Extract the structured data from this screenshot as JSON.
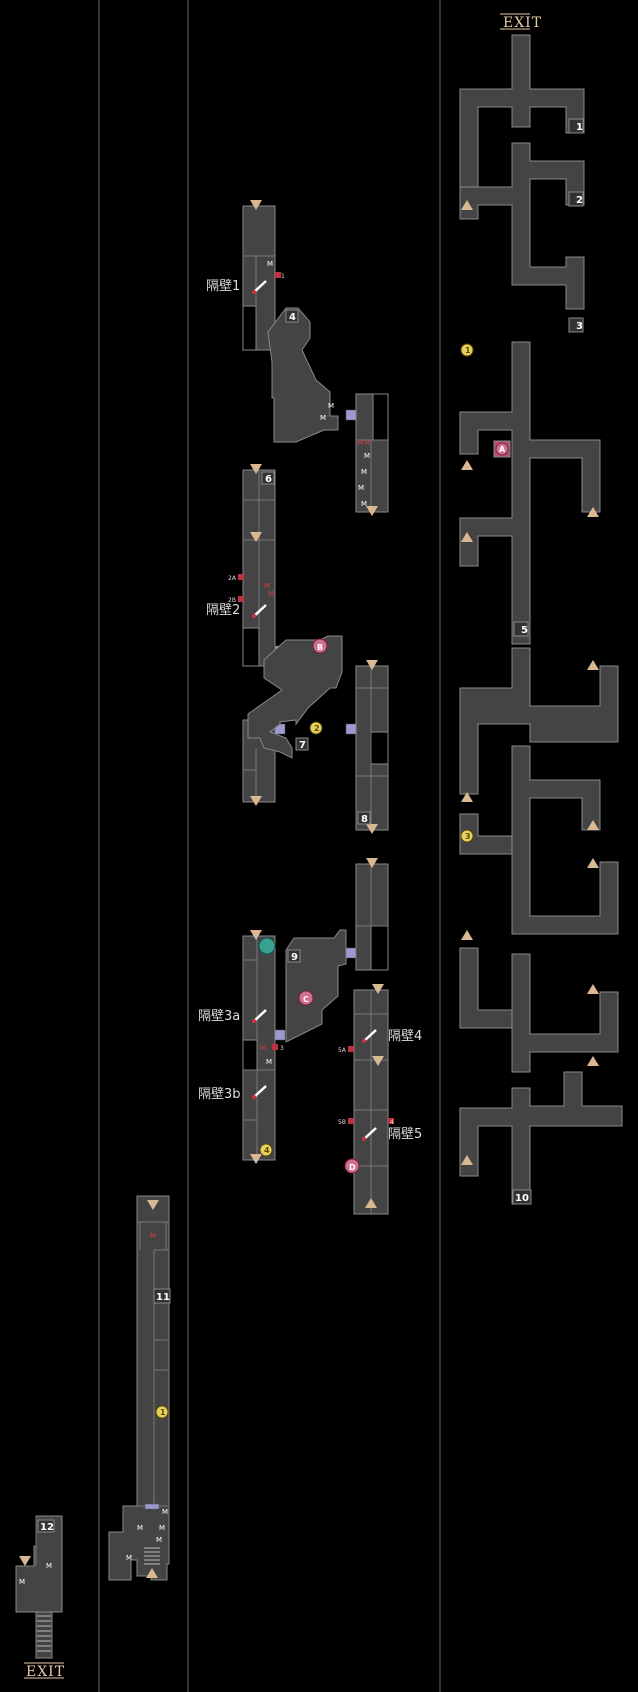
{
  "labels": {
    "exit_top": "EXIT",
    "exit_bottom": "EXIT",
    "bulkhead_1": "隔壁1",
    "bulkhead_2": "隔壁2",
    "bulkhead_3a": "隔壁3a",
    "bulkhead_3b": "隔壁3b",
    "bulkhead_4": "隔壁4",
    "bulkhead_5": "隔壁5"
  },
  "rooms": {
    "r1": "1",
    "r2": "2",
    "r3": "3",
    "r4": "4",
    "r5": "5",
    "r6": "6",
    "r7": "7",
    "r8": "8",
    "r9": "9",
    "r10": "10",
    "r11": "11",
    "r12": "12"
  },
  "markers": {
    "A": "A",
    "B": "B",
    "C": "C",
    "D": "D",
    "k1": "1",
    "k2": "2",
    "k3": "3",
    "k4": "4"
  },
  "small": {
    "m": "M",
    "s1": "1",
    "s2a": "2A",
    "s2b": "2B",
    "s3": "3",
    "s5a": "5A",
    "s5b": "5B",
    "s4": "4"
  },
  "colors": {
    "background": "#000000",
    "corridor": "#444444",
    "outline": "#888888",
    "door": "#9a9ad0",
    "stairs": "#d9b894",
    "key_marker": "#e8d060",
    "letter_marker": "#d07090",
    "bulkhead_lock": "#c03040"
  },
  "icons": {
    "bulkhead": "sword-icon",
    "stairs_down": "triangle-down-icon",
    "stairs_up": "triangle-up-icon",
    "terminal": "terminal-icon",
    "save": "save-point-icon"
  }
}
